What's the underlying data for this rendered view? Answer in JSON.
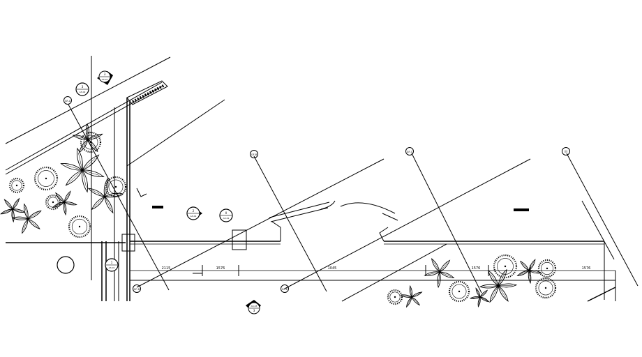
{
  "drawing": {
    "background_color": "#ffffff",
    "line_color": "#000000",
    "grid_bubbles": [
      {
        "label": "GF-A"
      },
      {
        "label": "GF-B"
      },
      {
        "label": "GF-C"
      },
      {
        "label": "III"
      },
      {
        "label": "GF-D"
      },
      {
        "label": "GF-E"
      }
    ],
    "section_markers": [
      {
        "number": "3",
        "sheet": "A3-01"
      },
      {
        "number": "3",
        "sheet": "A3-02"
      },
      {
        "number": "2",
        "sheet": "A3-01"
      },
      {
        "number": "II",
        "sheet": "A3-01"
      },
      {
        "number": "1",
        "sheet": "A3-01"
      },
      {
        "number": "3",
        "sheet": "A3-03"
      }
    ],
    "dimensions": [
      {
        "text": "2115"
      },
      {
        "text": "1576"
      },
      {
        "text": "1045"
      },
      {
        "text": "1576"
      },
      {
        "text": "1576"
      }
    ],
    "icons": [
      "tree-symbol-icon",
      "shrub-symbol-icon",
      "door-swing-icon",
      "section-marker-icon",
      "grid-bubble-icon"
    ]
  }
}
